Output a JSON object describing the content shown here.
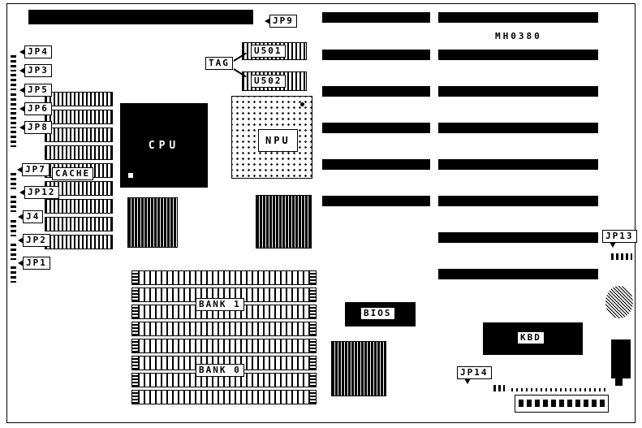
{
  "board": {
    "part_number": "MH0380",
    "colors": {
      "component": "#000000",
      "board": "#ffffff"
    },
    "labels": {
      "jp9": "JP9",
      "jp4": "JP4",
      "jp3": "JP3",
      "jp5": "JP5",
      "jp6": "JP6",
      "jp8": "JP8",
      "jp7": "JP7",
      "jp12": "JP12",
      "j4": "J4",
      "jp2": "JP2",
      "jp1": "JP1",
      "cache": "CACHE",
      "cpu": "CPU",
      "npu": "NPU",
      "tag": "TAG",
      "u501": "U501",
      "u502": "U502",
      "jp13": "JP13",
      "bank1": "BANK 1",
      "bank0": "BANK 0",
      "bios": "BIOS",
      "kbd": "KBD",
      "jp14": "JP14"
    }
  }
}
